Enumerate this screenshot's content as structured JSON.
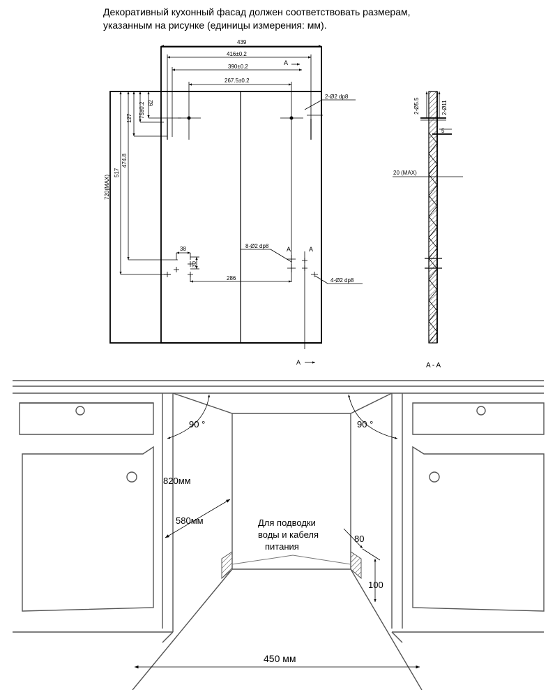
{
  "caption": {
    "line1": "Декоративный кухонный фасад должен соответствовать размерам,",
    "line2": "указанным на рисунке (единицы измерения: мм)."
  },
  "top_drawing": {
    "dim_439": "439",
    "dim_416": "416±0.2",
    "dim_390": "390±0.2",
    "dim_267": "267.5±0.2",
    "dim_75": "75±0.2",
    "dim_62": "62",
    "dim_127": "127",
    "dim_720": "720(MAX)",
    "dim_517": "517",
    "dim_474": "474.8",
    "dim_38": "38",
    "dim_30": "30",
    "dim_286": "286",
    "hole_2": "2-Ø2 dp8",
    "hole_8": "8-Ø2 dp8",
    "hole_4": "4-Ø2 dp8",
    "section_a": "A",
    "section_a_mid": "A",
    "section_a_bottom": "A"
  },
  "section_drawing": {
    "dim_5_5": "2-Ø5.5",
    "dim_11": "2-Ø11",
    "dim_5": "5",
    "dim_20": "20 (MAX)",
    "title": "A - A"
  },
  "bottom_drawing": {
    "angle_left": "90 °",
    "angle_right": "90 °",
    "height": "820мм",
    "depth": "580мм",
    "note_line1": "Для подводки",
    "note_line2": "воды и кабеля",
    "note_line3": "питания",
    "dim_80": "80",
    "dim_100": "100",
    "width": "450 мм"
  }
}
